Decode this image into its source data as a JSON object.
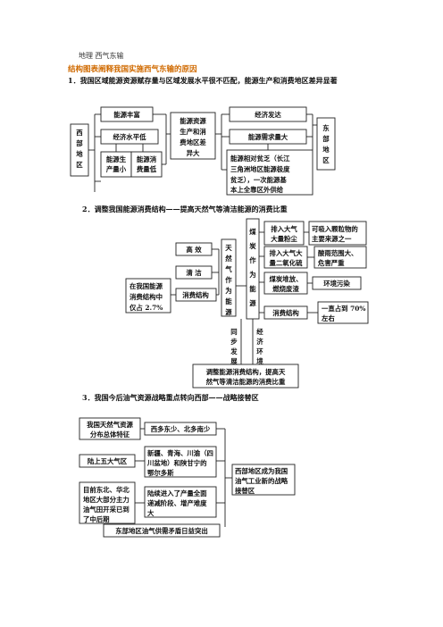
{
  "header": "地理 西气东输",
  "title": "结构图表阐释我国实施西气东输的原因",
  "q1": "1．我国区域能源资源赋存量与区域发展水平很不匹配，能源生产和消费地区差异显著",
  "q2": "2．调整我国能源消费结构——提高天然气等清洁能源的消费比重",
  "q3": "3．我国今后油气资源战略重点转向西部——战略接替区",
  "d1": {
    "west": [
      "西",
      "部",
      "地",
      "区"
    ],
    "rich": "能源丰富",
    "econ_low": "经济水平低",
    "prod_small": [
      "能源生",
      "产量小"
    ],
    "cons_low": [
      "能源消",
      "费量低"
    ],
    "center": [
      "能源资源",
      "生产和消",
      "费地区差",
      "异大"
    ],
    "econ_dev": "经济发达",
    "demand": "能源需求量大",
    "poor": [
      "能源相对贫乏（长江",
      "三角洲地区能源极度",
      "贫乏），一次能源基",
      "本上全靠区外供给"
    ],
    "east": [
      "东",
      "部",
      "地",
      "区"
    ]
  },
  "d2": {
    "gaoxiao": "高 效",
    "qingjie": "清 洁",
    "natgas": [
      "天",
      "然",
      "气",
      "作",
      "为",
      "能",
      "源"
    ],
    "share": [
      "在我国能源",
      "消费结构中",
      "仅占 2.7%"
    ],
    "xiaofei_left": "消费结构",
    "coal": [
      "煤",
      "炭",
      "作",
      "为",
      "能",
      "源"
    ],
    "dust": [
      "排入大气",
      "大量粉尘"
    ],
    "particles": [
      "可吸入颗粒物的",
      "主要来源之一"
    ],
    "so2": [
      "排入大气大",
      "量二氧化硫"
    ],
    "acid": [
      "酸雨范围大、",
      "危害严重"
    ],
    "slag": [
      "煤炭堆放、",
      "燃烧废渣"
    ],
    "pollution": "环境污染",
    "xiaofei_right": "消费结构",
    "seventy": [
      "一直占到 70%",
      "左右"
    ],
    "sync": [
      "同",
      "步",
      "发",
      "展"
    ],
    "econenv": [
      "经",
      "济",
      "环",
      "境"
    ],
    "adjust": [
      "调整能源消费结构，提高天",
      "然气等清洁能源的消费比重"
    ]
  },
  "d3": {
    "dist": [
      "我国天然气资源",
      "分布总体特征"
    ],
    "xiduo": "西多东少、北多南少",
    "onshore": "陆上五大气区",
    "basins": [
      "新疆、青海、川渝（四",
      "川盆地）和陕甘宁的",
      "鄂尔多斯"
    ],
    "ne": [
      "目前东北、华北",
      "地区大部分主力",
      "油气田开采已到",
      "了中后期"
    ],
    "decline": [
      "陆续进入了产量全面",
      "递减阶段、增产难度",
      "大"
    ],
    "west_base": [
      "西部地区成为我国",
      "油气工业新的战略",
      "接替区"
    ],
    "east_short": "东部地区油气供需矛盾日益突出"
  }
}
